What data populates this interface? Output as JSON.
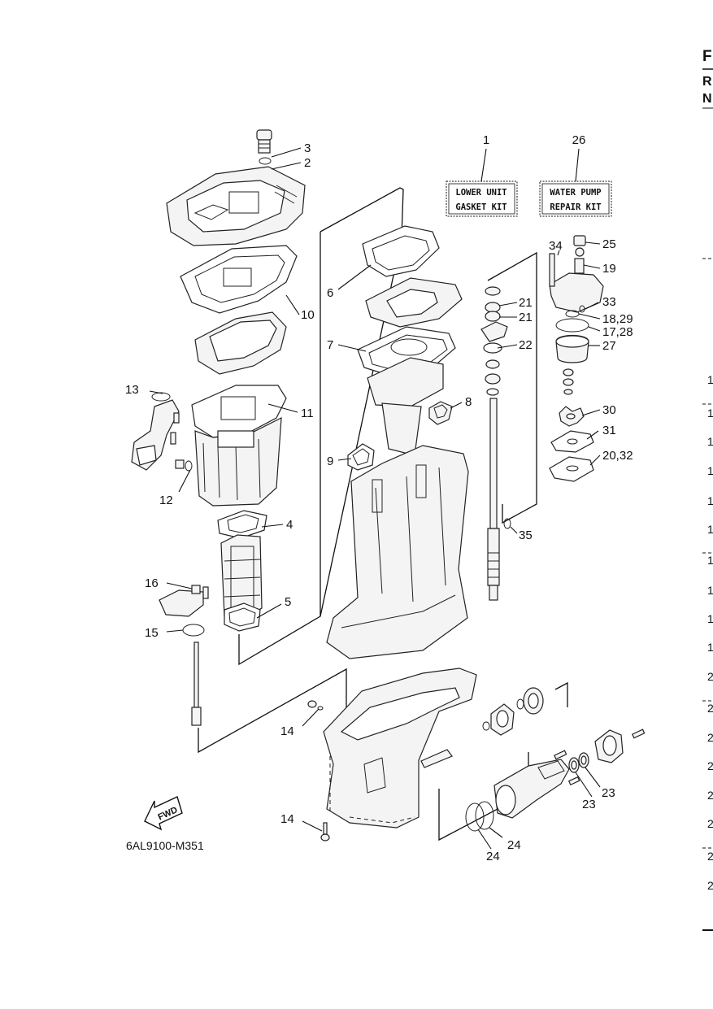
{
  "kits": [
    {
      "ref": "1",
      "line1": "LOWER UNIT",
      "line2": "GASKET KIT"
    },
    {
      "ref": "26",
      "line1": "WATER PUMP",
      "line2": "REPAIR KIT"
    }
  ],
  "callouts": [
    "1",
    "2",
    "3",
    "4",
    "5",
    "6",
    "7",
    "8",
    "9",
    "10",
    "11",
    "12",
    "13",
    "14",
    "14",
    "15",
    "16",
    "17,28",
    "18,29",
    "19",
    "20,32",
    "21",
    "21",
    "22",
    "23",
    "23",
    "24",
    "24",
    "25",
    "26",
    "27",
    "30",
    "31",
    "33",
    "34",
    "35"
  ],
  "figure_code": "6AL9100-M351",
  "fwd_label": "FWD",
  "edge_text": {
    "header": [
      "F",
      "R",
      "N"
    ],
    "rows": [
      "1",
      "1",
      "1",
      "1",
      "1",
      "1",
      "1",
      "1",
      "1",
      "1",
      "2",
      "2",
      "2",
      "2",
      "2",
      "2",
      "2",
      "2"
    ]
  }
}
